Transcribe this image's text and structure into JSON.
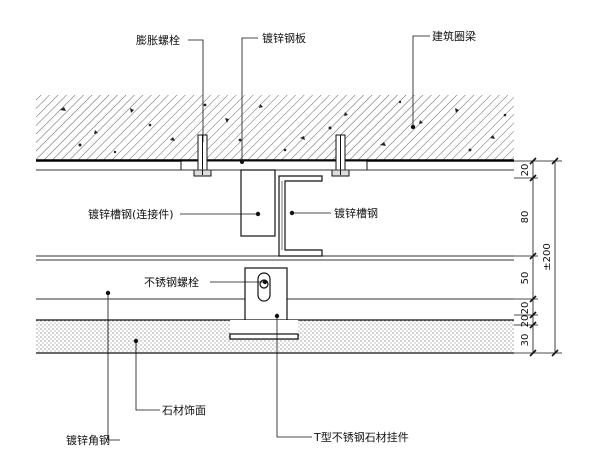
{
  "labels": {
    "expansion_bolt": "膨胀螺栓",
    "galvanized_plate": "镀锌钢板",
    "ring_beam": "建筑圈梁",
    "channel_connector": "镀锌槽钢(连接件)",
    "galvanized_channel": "镀锌槽钢",
    "stainless_bolt": "不锈钢螺栓",
    "stone_finish": "石材饰面",
    "galvanized_angle": "镀锌角钢",
    "t_hanger": "T型不锈钢石材挂件"
  },
  "dimensions": {
    "d1": "20",
    "d2": "80",
    "d3": "50",
    "d4": "20",
    "d5": "20",
    "d6": "30",
    "total": "±200"
  },
  "colors": {
    "line": "#111111",
    "hatch": "#222222",
    "background": "#ffffff"
  }
}
